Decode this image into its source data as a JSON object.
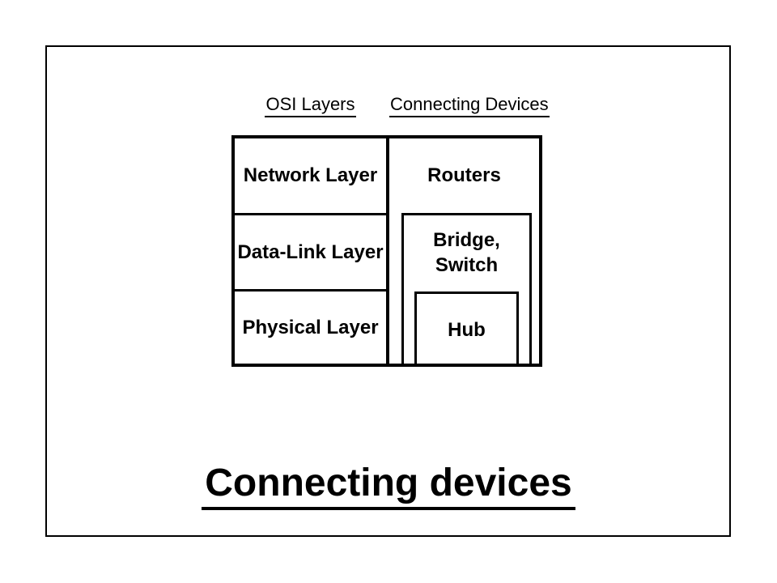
{
  "colors": {
    "background": "#ffffff",
    "line": "#000000",
    "text": "#000000"
  },
  "column_headers": {
    "osi": "OSI Layers",
    "devices": "Connecting Devices"
  },
  "osi_column": {
    "rows": [
      "Network Layer",
      "Data-Link Layer",
      "Physical Layer"
    ]
  },
  "devices_column": {
    "routers": "Routers",
    "bridge_switch_lines": [
      "Bridge,",
      "Switch"
    ],
    "hub": "Hub"
  },
  "footer_title": "Connecting devices"
}
